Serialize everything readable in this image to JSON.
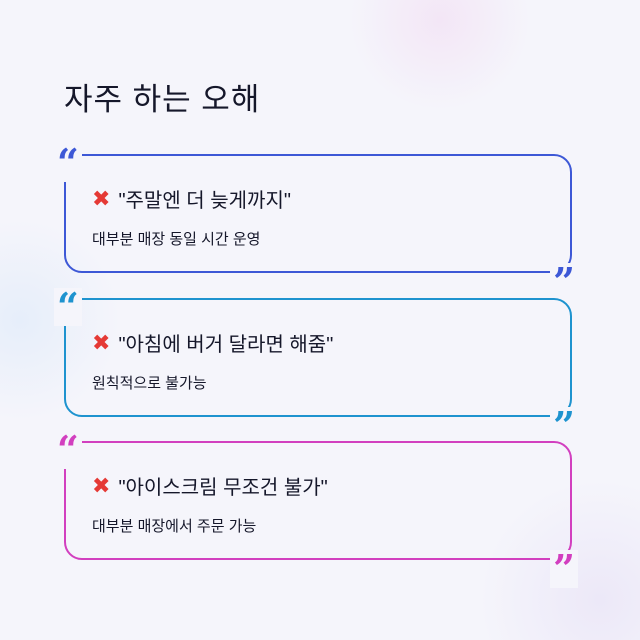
{
  "title": "자주 하는 오해",
  "icons": {
    "quote_open": "“",
    "quote_close": "”",
    "cross": "✖"
  },
  "cards": [
    {
      "heading": "\"주말엔 더 늦게까지\"",
      "detail": "대부분 매장 동일 시간 운영",
      "color": "#3d58d6"
    },
    {
      "heading": "\"아침에 버거 달라면 해줌\"",
      "detail": "원칙적으로 불가능",
      "color": "#1e93cf"
    },
    {
      "heading": "\"아이스크림 무조건 불가\"",
      "detail": "대부분 매장에서 주문 가능",
      "color": "#d23fbf"
    }
  ]
}
